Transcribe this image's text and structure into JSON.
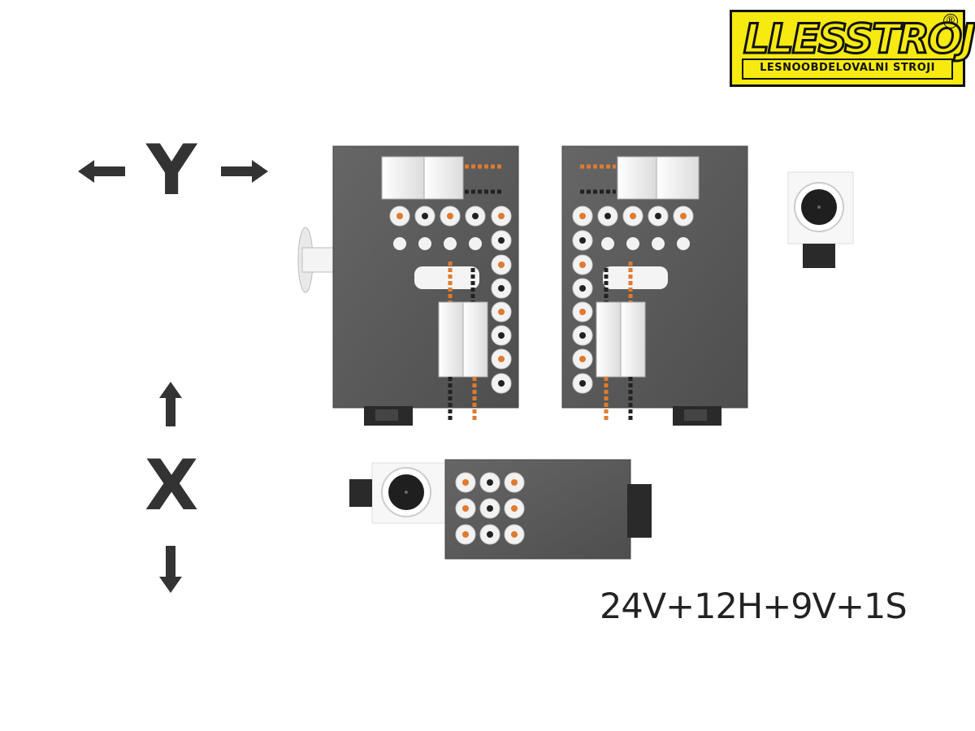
{
  "logo": {
    "wordmark": "LLESSTROJ",
    "tagline": "LESNOOBDELOVALNI STROJI",
    "registered_mark": "®"
  },
  "axes": {
    "y_label": "Y",
    "x_label": "X"
  },
  "caption": "24V+12H+9V+1S",
  "icons": [
    "arrow-left-icon",
    "arrow-right-icon",
    "arrow-up-icon",
    "arrow-down-icon"
  ],
  "colors": {
    "plate": "#5a5a5a",
    "hole_ring": "#f2f2f2",
    "copper_bit": "#e07a2e",
    "logo_yellow": "#f6ea10"
  }
}
